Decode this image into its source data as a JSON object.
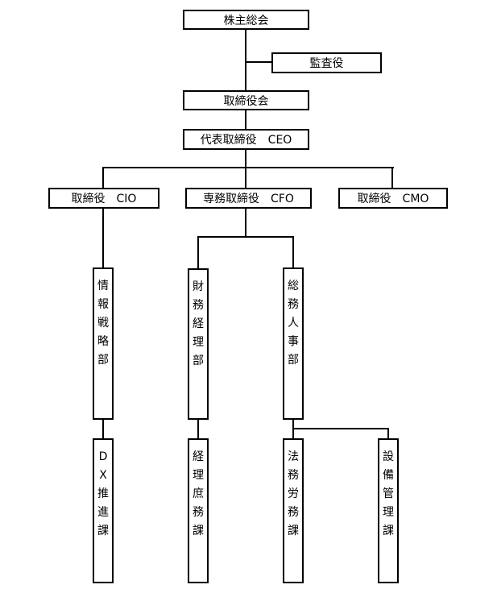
{
  "chart": {
    "title": "",
    "nodes": {
      "shareholders_meeting": "株主総会",
      "auditor": "監査役",
      "board": "取締役会",
      "ceo": "代表取締役　CEO",
      "cio": "取締役　CIO",
      "cfo": "専務取締役　CFO",
      "cmo": "取締役　CMO",
      "it_strategy_dept": "情報戦略部",
      "finance_dept": "財務経理部",
      "ga_hr_dept": "総務人事部",
      "dx_section": "DX推進課",
      "accounting_section": "経理庶務課",
      "legal_labor_section": "法務労務課",
      "facility_section": "設備管理課"
    }
  }
}
